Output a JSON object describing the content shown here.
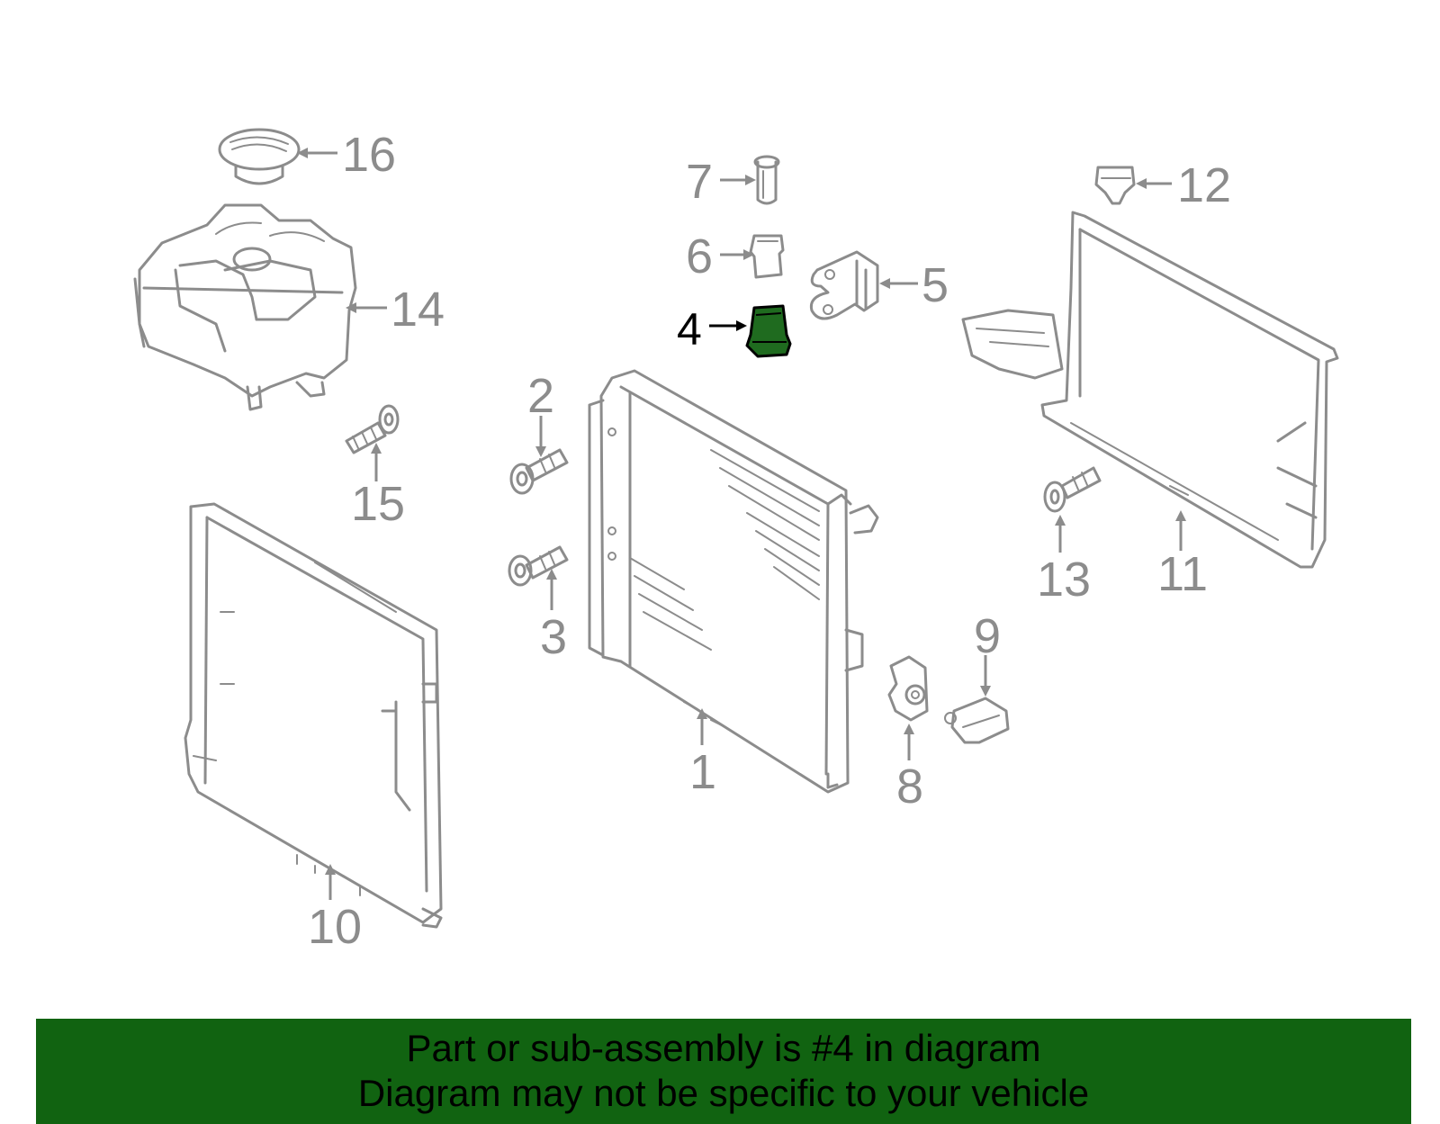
{
  "colors": {
    "part_outline": "#8c8c8c",
    "highlight_fill": "#1f6b1f",
    "banner_background": "#116311",
    "banner_text": "#000000",
    "highlight_callout": "#000000"
  },
  "callouts": {
    "c1": "1",
    "c2": "2",
    "c3": "3",
    "c4": "4",
    "c5": "5",
    "c6": "6",
    "c7": "7",
    "c8": "8",
    "c9": "9",
    "c10": "10",
    "c11": "11",
    "c12": "12",
    "c13": "13",
    "c14": "14",
    "c15": "15",
    "c16": "16"
  },
  "highlighted_part": "4",
  "banner": {
    "line1": "Part or sub-assembly is #4 in diagram",
    "line2": "Diagram may not be specific to your vehicle"
  }
}
